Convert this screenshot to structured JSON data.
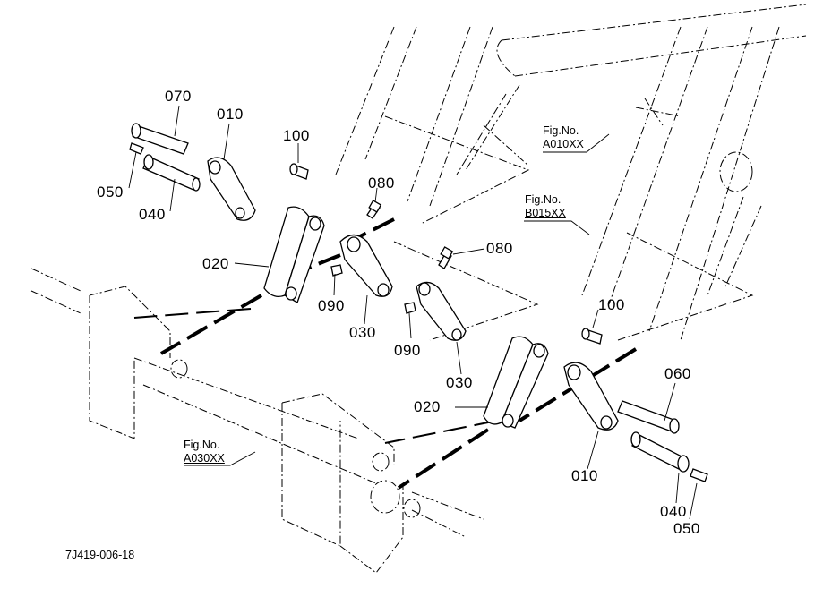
{
  "parts": [
    {
      "id": "lbl-070a",
      "text": "070"
    },
    {
      "id": "lbl-010a",
      "text": "010"
    },
    {
      "id": "lbl-050a",
      "text": "050"
    },
    {
      "id": "lbl-040a",
      "text": "040"
    },
    {
      "id": "lbl-100a",
      "text": "100"
    },
    {
      "id": "lbl-080a",
      "text": "080"
    },
    {
      "id": "lbl-020a",
      "text": "020"
    },
    {
      "id": "lbl-090a",
      "text": "090"
    },
    {
      "id": "lbl-030a",
      "text": "030"
    },
    {
      "id": "lbl-080b",
      "text": "080"
    },
    {
      "id": "lbl-100b",
      "text": "100"
    },
    {
      "id": "lbl-090b",
      "text": "090"
    },
    {
      "id": "lbl-030b",
      "text": "030"
    },
    {
      "id": "lbl-020b",
      "text": "020"
    },
    {
      "id": "lbl-060",
      "text": "060"
    },
    {
      "id": "lbl-010b",
      "text": "010"
    },
    {
      "id": "lbl-040b",
      "text": "040"
    },
    {
      "id": "lbl-050b",
      "text": "050"
    }
  ],
  "figure_refs": [
    {
      "title": "Fig.No.",
      "ref": "A010XX"
    },
    {
      "title": "Fig.No.",
      "ref": "B015XX"
    },
    {
      "title": "Fig.No.",
      "ref": "A030XX"
    }
  ],
  "drawing_code": "7J419-006-18"
}
